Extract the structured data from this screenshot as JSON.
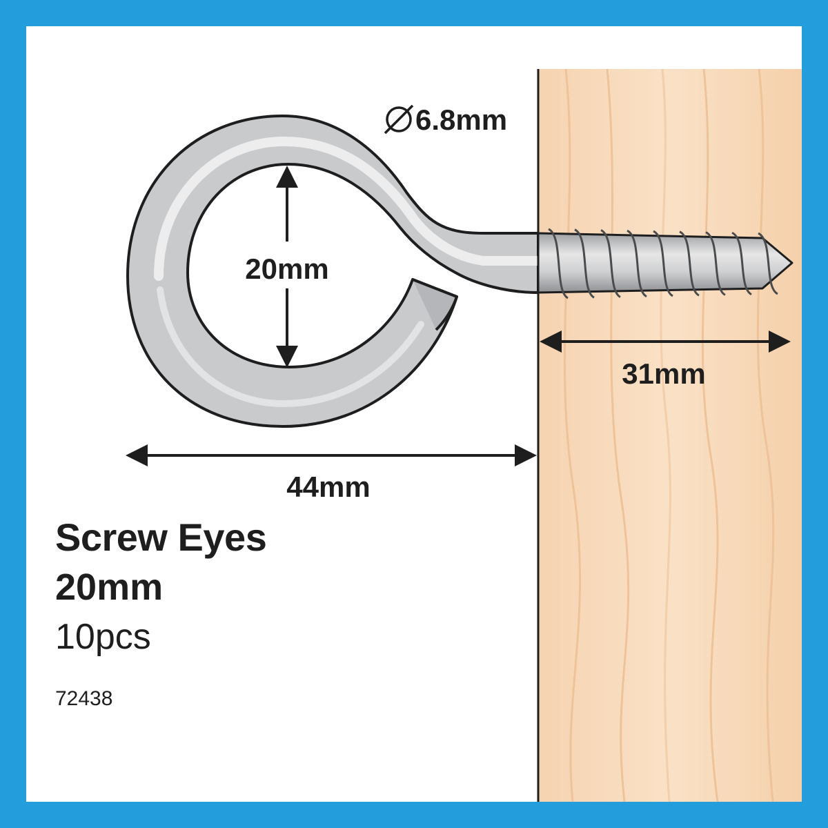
{
  "product": {
    "name": "Screw Eyes",
    "size": "20mm",
    "quantity": "10pcs",
    "code": "72438"
  },
  "dimensions": {
    "wire_diameter": "6.8mm",
    "eye_inner_diameter": "20mm",
    "overall_length": "44mm",
    "thread_length": "31mm"
  },
  "icons": {
    "diameter_symbol": "diameter-icon"
  },
  "colors": {
    "frame": "#239ddb",
    "wood": "#f8dcc0",
    "wood_grain": "#efc49c",
    "metal": "#c9cacc",
    "metal_highlight": "#f1f1f1",
    "outline": "#1e1e1e"
  }
}
